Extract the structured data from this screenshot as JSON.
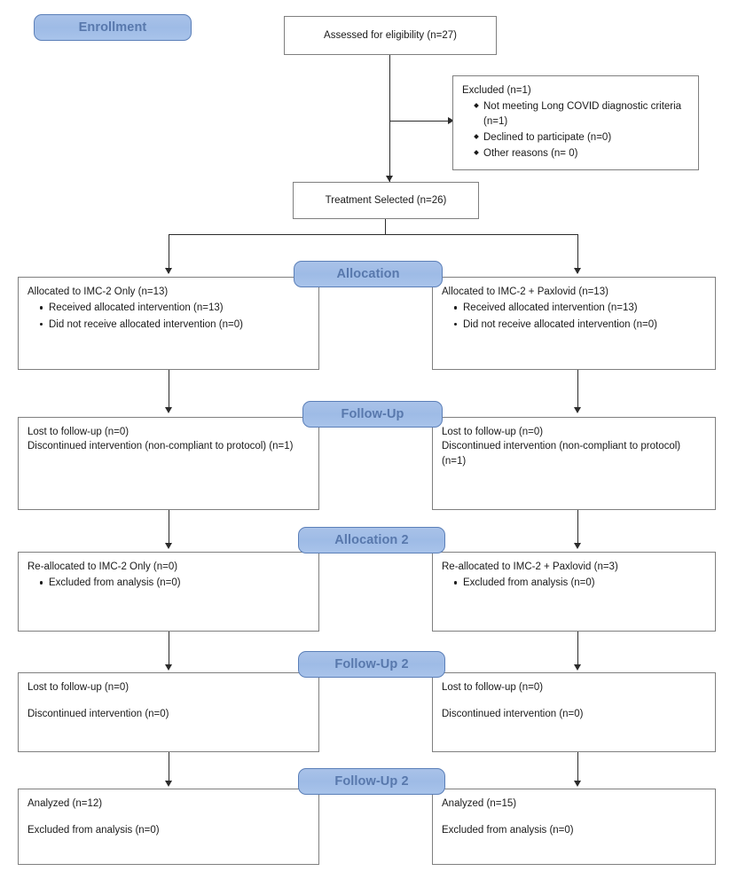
{
  "diagram": {
    "type": "consort-flow-diagram",
    "accent_color": "#9ebbe6",
    "banner_text_color": "#5878ac",
    "box_border_color": "#7f7f7f",
    "connector_color": "#2b2b2b"
  },
  "stages": {
    "enrollment": "Enrollment",
    "allocation": "Allocation",
    "followup": "Follow-Up",
    "allocation2": "Allocation 2",
    "followup2": "Follow-Up 2",
    "followup2b": "Follow-Up 2"
  },
  "nodes": {
    "assessed": {
      "label": "Assessed for eligibility (n=27)"
    },
    "excluded": {
      "title": "Excluded  (n=1)",
      "items": [
        "Not meeting Long COVID diagnostic criteria (n=1)",
        "Declined to participate (n=0)",
        "Other reasons (n= 0)"
      ]
    },
    "treatment_selected": {
      "label": "Treatment Selected (n=26)"
    },
    "alloc_left": {
      "title": "Allocated to IMC-2 Only (n=13)",
      "items": [
        "Received allocated intervention (n=13)",
        "Did not receive allocated intervention (n=0)"
      ]
    },
    "alloc_right": {
      "title": "Allocated to IMC-2 + Paxlovid (n=13)",
      "items": [
        "Received allocated intervention (n=13)",
        "Did not receive allocated intervention (n=0)"
      ]
    },
    "followup_left": {
      "line1": "Lost to follow-up (n=0)",
      "line2": "Discontinued intervention (non-compliant to protocol) (n=1)"
    },
    "followup_right": {
      "line1": "Lost to follow-up (n=0)",
      "line2": "Discontinued intervention (non-compliant to protocol) (n=1)"
    },
    "realloc_left": {
      "title": "Re-allocated to IMC-2 Only (n=0)",
      "items": [
        "Excluded from analysis (n=0)"
      ]
    },
    "realloc_right": {
      "title": "Re-allocated to IMC-2 + Paxlovid (n=3)",
      "items": [
        "Excluded from analysis (n=0)"
      ]
    },
    "followup2_left": {
      "line1": "Lost to follow-up (n=0)",
      "line2": "Discontinued intervention (n=0)"
    },
    "followup2_right": {
      "line1": "Lost to follow-up (n=0)",
      "line2": "Discontinued intervention (n=0)"
    },
    "analyzed_left": {
      "line1": "Analyzed (n=12)",
      "line2": "Excluded from analysis (n=0)"
    },
    "analyzed_right": {
      "line1": "Analyzed (n=15)",
      "line2": "Excluded from analysis (n=0)"
    }
  }
}
